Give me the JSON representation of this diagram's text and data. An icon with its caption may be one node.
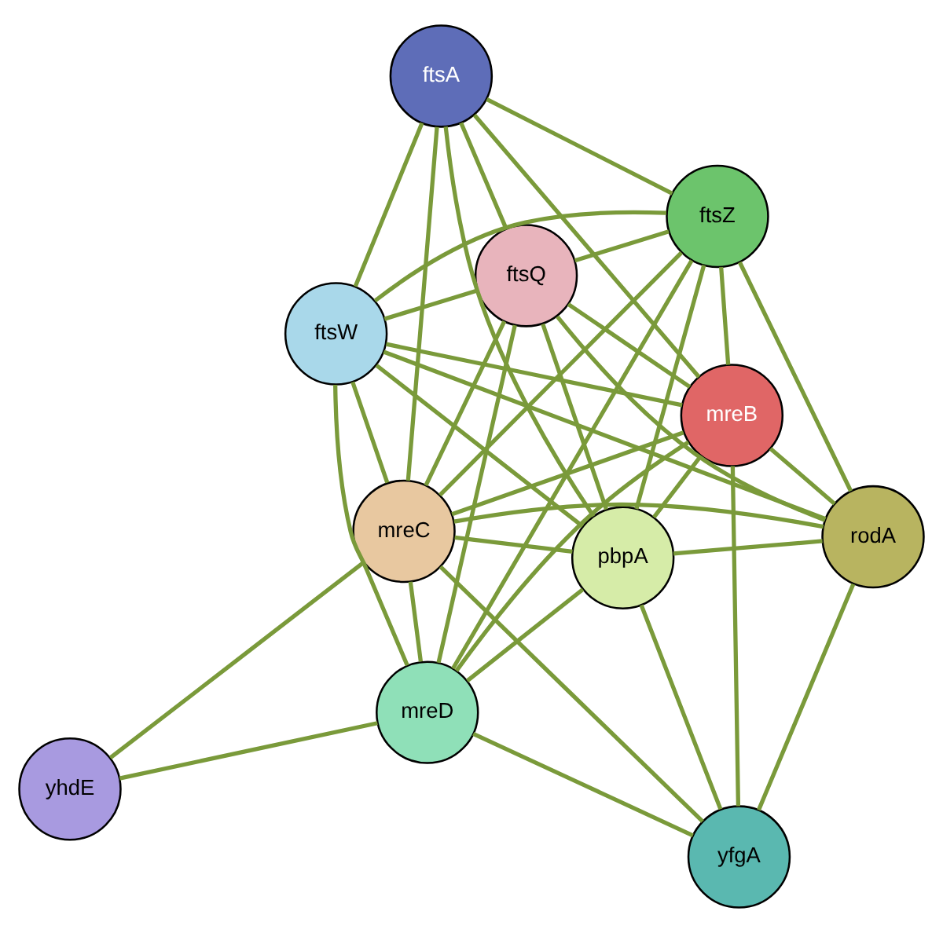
{
  "diagram": {
    "nodes": [
      {
        "text": [
          "ftsW"
        ]
      },
      {
        "text": [
          "ftsA"
        ]
      },
      {
        "text": [
          "ftsQ"
        ]
      },
      {
        "text": [
          "ftsZ"
        ]
      },
      {
        "text": [
          "mreB"
        ]
      },
      {
        "text": [
          "mreC"
        ]
      },
      {
        "text": [
          "yhdE"
        ]
      },
      {
        "text": [
          "rodA"
        ]
      },
      {
        "text": [
          "pbpA"
        ]
      },
      {
        "text": [
          "mreD"
        ]
      },
      {
        "text": [
          "yfgA"
        ]
      }
    ],
    "edges": [
      {
        "from": 0,
        "to": 1,
        "arrow": "none"
      },
      {
        "from": 0,
        "to": 2,
        "arrow": "none"
      },
      {
        "from": 0,
        "to": 3,
        "arrow": "none"
      },
      {
        "from": 0,
        "to": 4,
        "arrow": "none"
      },
      {
        "from": 0,
        "to": 5,
        "arrow": "none"
      },
      {
        "from": 0,
        "to": 9,
        "arrow": "none"
      },
      {
        "from": 0,
        "to": 7,
        "arrow": "none"
      },
      {
        "from": 0,
        "to": 8,
        "arrow": "none"
      },
      {
        "from": 1,
        "to": 2,
        "arrow": "none"
      },
      {
        "from": 1,
        "to": 3,
        "arrow": "none"
      },
      {
        "from": 1,
        "to": 4,
        "arrow": "none"
      },
      {
        "from": 1,
        "to": 5,
        "arrow": "none"
      },
      {
        "from": 1,
        "to": 8,
        "arrow": "none"
      },
      {
        "from": 2,
        "to": 3,
        "arrow": "none"
      },
      {
        "from": 2,
        "to": 4,
        "arrow": "none"
      },
      {
        "from": 2,
        "to": 5,
        "arrow": "none"
      },
      {
        "from": 2,
        "to": 7,
        "arrow": "none"
      },
      {
        "from": 2,
        "to": 8,
        "arrow": "none"
      },
      {
        "from": 2,
        "to": 9,
        "arrow": "none"
      },
      {
        "from": 3,
        "to": 4,
        "arrow": "none"
      },
      {
        "from": 3,
        "to": 5,
        "arrow": "none"
      },
      {
        "from": 3,
        "to": 7,
        "arrow": "none"
      },
      {
        "from": 3,
        "to": 8,
        "arrow": "none"
      },
      {
        "from": 3,
        "to": 9,
        "arrow": "none"
      },
      {
        "from": 4,
        "to": 5,
        "arrow": "none"
      },
      {
        "from": 4,
        "to": 7,
        "arrow": "none"
      },
      {
        "from": 4,
        "to": 8,
        "arrow": "none"
      },
      {
        "from": 4,
        "to": 9,
        "arrow": "none"
      },
      {
        "from": 4,
        "to": 10,
        "arrow": "none"
      },
      {
        "from": 5,
        "to": 6,
        "arrow": "none"
      },
      {
        "from": 5,
        "to": 7,
        "arrow": "none"
      },
      {
        "from": 5,
        "to": 8,
        "arrow": "none"
      },
      {
        "from": 5,
        "to": 9,
        "arrow": "none"
      },
      {
        "from": 5,
        "to": 10,
        "arrow": "none"
      },
      {
        "from": 6,
        "to": 9,
        "arrow": "none"
      },
      {
        "from": 7,
        "to": 8,
        "arrow": "none"
      },
      {
        "from": 7,
        "to": 10,
        "arrow": "none"
      },
      {
        "from": 8,
        "to": 9,
        "arrow": "none"
      },
      {
        "from": 8,
        "to": 10,
        "arrow": "none"
      },
      {
        "from": 9,
        "to": 10,
        "arrow": "none"
      }
    ]
  }
}
